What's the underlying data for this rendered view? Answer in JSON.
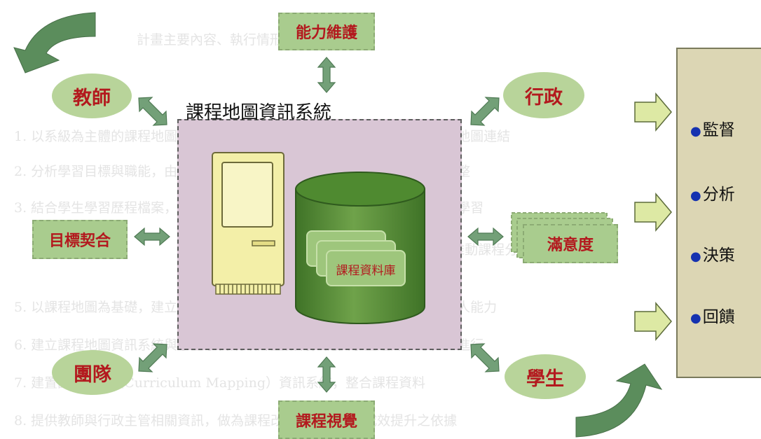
{
  "system": {
    "title": "課程地圖資訊系統"
  },
  "database": {
    "label": "課程資料庫"
  },
  "nodes": {
    "teacher": "教師",
    "capability": "能力維護",
    "admin": "行政",
    "goal": "目標契合",
    "satisfaction": "滿意度",
    "team": "團隊",
    "vision": "課程視覺",
    "student": "學生"
  },
  "panel": {
    "items": [
      "監督",
      "分析",
      "決策",
      "回饋"
    ],
    "bullet": "●"
  },
  "colors": {
    "node_fill": "#b8d49a",
    "node_text": "#b3191e",
    "system_fill": "#d9c6d5",
    "cylinder": "#5a8c3a",
    "arrow": "#6a9a6e",
    "panel_fill": "#dcd6b4"
  },
  "background_text": [
    "計畫主要內容、執行情形及成",
    "1. 以系級為主體的課程地圖規劃、建置及實施成效評核機制，並與全校課程地圖連結",
    "2. 分析學習目標與職能，由學校相關單位協助各系所整合相關資源，建構完整",
    "3. 結合學生學習歷程檔案，提供學生修課參考，並提供教師教學改善，建立學習",
    "4. 推動課程分流機制。",
    "5. 以課程地圖為基礎，建立學生跨領域學習之輔導機制，以協助學生了解個人能力",
    "6. 建立課程地圖資訊系統與學生學習成效評量機制，提供學生選課參考，並進行",
    "7. 建置課程地圖（Curriculum Mapping）資訊系統，整合課程資料",
    "8. 提供教師與行政主管相關資訊，做為課程改善、學生學習成效提升之依據"
  ]
}
